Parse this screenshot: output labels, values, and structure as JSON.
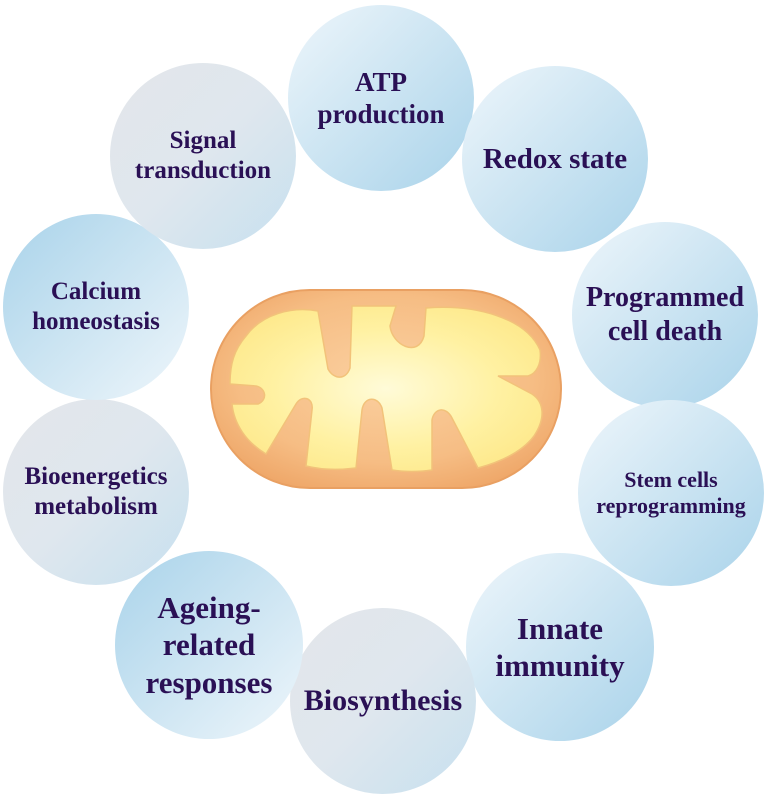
{
  "diagram": {
    "center_icon": "mitochondrion-icon",
    "functions": [
      {
        "id": "atp",
        "label": "ATP\nproduction"
      },
      {
        "id": "redox",
        "label": "Redox state"
      },
      {
        "id": "death",
        "label": "Programmed\ncell death"
      },
      {
        "id": "stem",
        "label": "Stem cells\nreprogramming"
      },
      {
        "id": "immunity",
        "label": "Innate\nimmunity"
      },
      {
        "id": "biosynthesis",
        "label": "Biosynthesis"
      },
      {
        "id": "ageing",
        "label": "Ageing-\nrelated\nresponses"
      },
      {
        "id": "bioenergetics",
        "label": "Bioenergetics\nmetabolism"
      },
      {
        "id": "calcium",
        "label": "Calcium\nhomeostasis"
      },
      {
        "id": "signal",
        "label": "Signal\ntransduction"
      }
    ],
    "colors": {
      "text": "#2a1055",
      "bubble_blue": "#a9d3ea",
      "bubble_grey": "#e3e6ea",
      "outer_membrane": "#f3b880",
      "inner_matrix": "#fff3a8"
    }
  }
}
